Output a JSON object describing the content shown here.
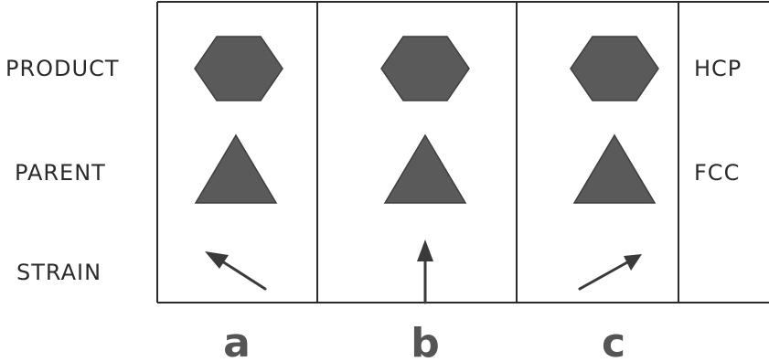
{
  "rows": {
    "product": "PRODUCT",
    "parent": "PARENT",
    "strain": "STRAIN"
  },
  "phases": {
    "product": "HCP",
    "parent": "FCC"
  },
  "columns": [
    {
      "label": "a",
      "strain_direction": "up-left"
    },
    {
      "label": "b",
      "strain_direction": "up"
    },
    {
      "label": "c",
      "strain_direction": "up-right"
    }
  ],
  "colors": {
    "shape_fill": "#5a5a5a",
    "line": "#2a2a2a"
  }
}
